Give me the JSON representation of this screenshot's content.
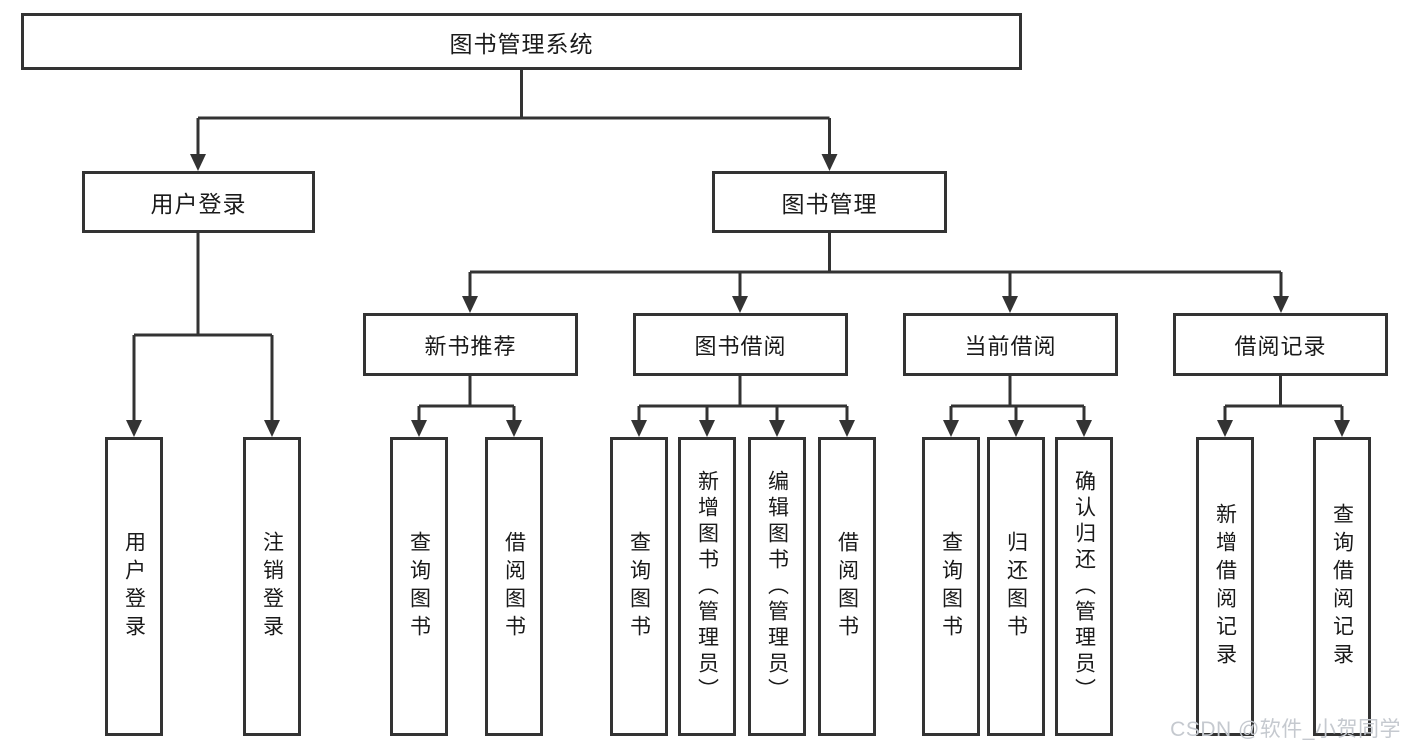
{
  "diagram": {
    "title_node": {
      "label": "图书管理系统"
    },
    "level2": [
      {
        "label": "用户登录"
      },
      {
        "label": "图书管理"
      }
    ],
    "level3": [
      {
        "label": "新书推荐",
        "parent": "图书管理"
      },
      {
        "label": "图书借阅",
        "parent": "图书管理"
      },
      {
        "label": "当前借阅",
        "parent": "图书管理"
      },
      {
        "label": "借阅记录",
        "parent": "图书管理"
      }
    ],
    "leaves": [
      {
        "label": "用户登录",
        "parent": "用户登录"
      },
      {
        "label": "注销登录",
        "parent": "用户登录"
      },
      {
        "label": "查询图书",
        "parent": "新书推荐"
      },
      {
        "label": "借阅图书",
        "parent": "新书推荐"
      },
      {
        "label": "查询图书",
        "parent": "图书借阅"
      },
      {
        "label": "新增图书（管理员）",
        "parent": "图书借阅"
      },
      {
        "label": "编辑图书（管理员）",
        "parent": "图书借阅"
      },
      {
        "label": "借阅图书",
        "parent": "图书借阅"
      },
      {
        "label": "查询图书",
        "parent": "当前借阅"
      },
      {
        "label": "归还图书",
        "parent": "当前借阅"
      },
      {
        "label": "确认归还（管理员）",
        "parent": "当前借阅"
      },
      {
        "label": "新增借阅记录",
        "parent": "借阅记录"
      },
      {
        "label": "查询借阅记录",
        "parent": "借阅记录"
      }
    ],
    "watermark": "CSDN @软件_小贺同学",
    "colors": {
      "line": "#333333",
      "text": "#1a1a1a",
      "watermark": "#c5c9cf",
      "background": "#ffffff"
    }
  }
}
